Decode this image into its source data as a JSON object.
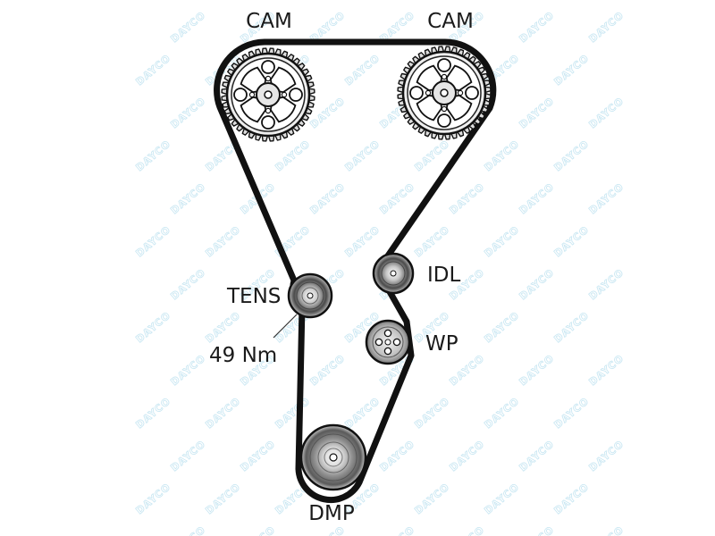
{
  "labels": {
    "cam_left": "CAM",
    "cam_right": "CAM",
    "idler": "IDL",
    "tensioner": "TENS",
    "torque": "49 Nm",
    "water_pump": "WP",
    "damper": "DMP"
  },
  "watermark": "DAYCO",
  "colors": {
    "belt": "#111111",
    "pulley_face": "#eeeeee",
    "watermark": "#c7e6f2",
    "text": "#1a1a1a"
  }
}
